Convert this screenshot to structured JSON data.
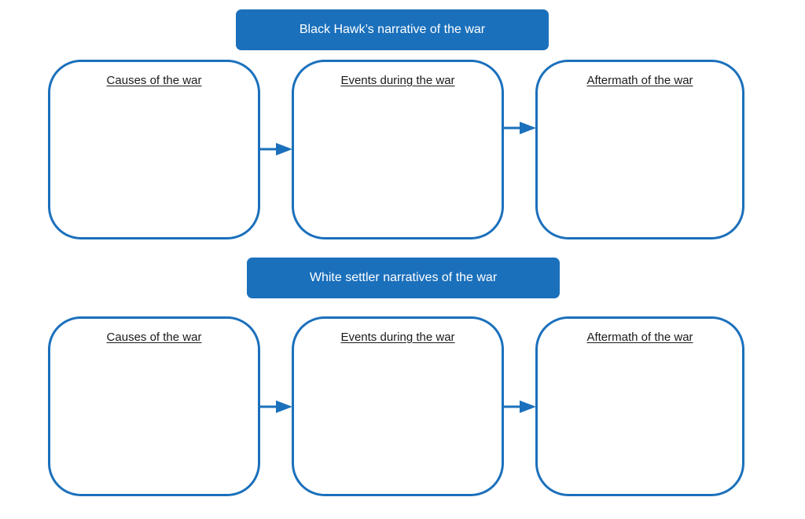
{
  "colors": {
    "accent": "#1b70bc",
    "banner_text": "#ffffff",
    "label_text": "#1a1a1a"
  },
  "sections": [
    {
      "banner": "Black Hawk’s narrative of the war",
      "boxes": [
        {
          "label": "Causes of the war"
        },
        {
          "label": "Events during the war"
        },
        {
          "label": "Aftermath of the war"
        }
      ]
    },
    {
      "banner": "White settler narratives of the war",
      "boxes": [
        {
          "label": "Causes of the war"
        },
        {
          "label": "Events during the war"
        },
        {
          "label": "Aftermath of the war"
        }
      ]
    }
  ]
}
